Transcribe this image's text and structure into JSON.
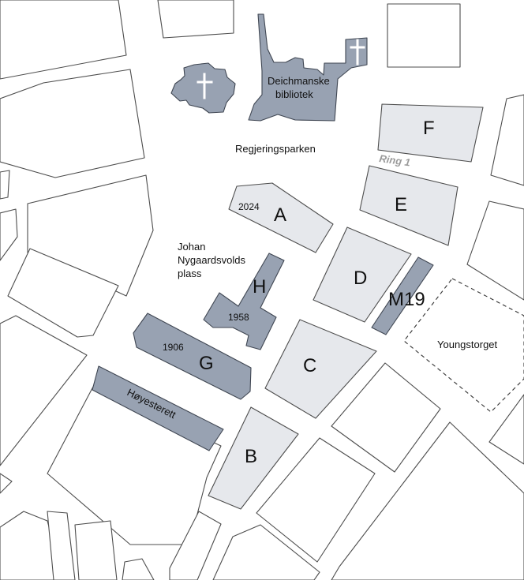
{
  "map": {
    "colors": {
      "background": "#ffffff",
      "existing_building": "#98a2b2",
      "new_building": "#e6e8ec",
      "outline": "#4d4d4d",
      "ring_road_label": "#9a9a9a"
    },
    "labels": {
      "deichmanske": [
        "Deichmanske",
        "bibliotek"
      ],
      "regjeringsparken": "Regjeringsparken",
      "ring1": "Ring 1",
      "johan": [
        "Johan",
        "Nygaardsvolds",
        "plass"
      ],
      "youngstorget": "Youngstorget",
      "hoyesterett": "Høyesterett"
    },
    "buildings": {
      "A": "A",
      "B": "B",
      "C": "C",
      "D": "D",
      "E": "E",
      "F": "F",
      "G": "G",
      "H": "H",
      "M19": "M19"
    },
    "years": {
      "A": "2024",
      "H": "1958",
      "G": "1906"
    },
    "icons": [
      "church-cross-icon",
      "church-cross-icon"
    ]
  }
}
